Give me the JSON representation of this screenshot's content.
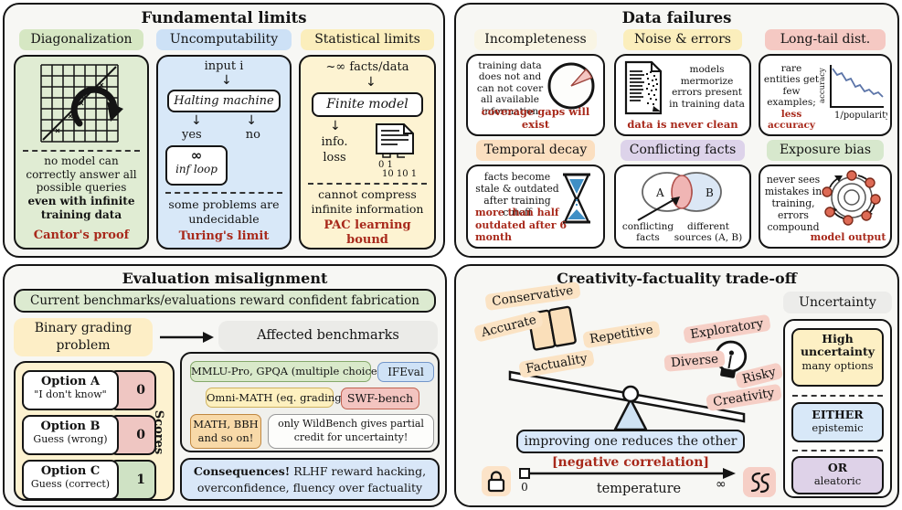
{
  "colors": {
    "red_text": "#a8291b",
    "green": "#dcead2",
    "blue": "#d7e7f7",
    "yellow": "#fdf2d0",
    "pink": "#f5cbc5",
    "peach": "#fbe3c4",
    "lavender": "#ded4ea",
    "cream": "#f9f5e4",
    "chart_line": "#5b74a8",
    "sand_blue": "#3f8fc5"
  },
  "q1": {
    "title": "Fundamental limits",
    "diag": {
      "header": "Diagonalization",
      "note": "no model can correctly answer all possible queries",
      "note_bold": "even with infinite training data",
      "tag": "Cantor's proof"
    },
    "uncomp": {
      "header": "Uncomputability",
      "input": "input i",
      "machine": "Halting machine",
      "yes": "yes",
      "no": "no",
      "infinity": "∞",
      "loop": "inf loop",
      "note": "some problems are undecidable",
      "tag": "Turing's limit"
    },
    "stat": {
      "header": "Statistical limits",
      "input": "~∞ facts/data",
      "model": "Finite model",
      "loss": "info. loss",
      "binary1": "0 1",
      "binary2": "10 10 1",
      "note": "cannot compress infinite information",
      "tag": "PAC learning bound"
    }
  },
  "q2": {
    "title": "Data failures",
    "incompleteness": {
      "header": "Incompleteness",
      "text": "training data does not and can not cover all available information",
      "tag": "coverage gaps will exist"
    },
    "noise": {
      "header": "Noise & errors",
      "text": "models mermorize errors present in training data",
      "tag": "data is never clean"
    },
    "longtail": {
      "header": "Long-tail dist.",
      "text": "rare entities get few examples;",
      "text_red": "less accuracy",
      "ylabel": "accuracy",
      "xlabel": "1/popularity",
      "trend": "decreasing"
    },
    "temporal": {
      "header": "Temporal decay",
      "text": "facts become stale & outdated after training cutoff",
      "tag": "more than half\noutdated after 6 month"
    },
    "conflict": {
      "header": "Conflicting facts",
      "a": "A",
      "b": "B",
      "label1": "conflicting facts",
      "label2": "different sources (A, B)"
    },
    "exposure": {
      "header": "Exposure bias",
      "text": "never sees mistakes in training, errors compound",
      "tag": "model output"
    }
  },
  "q3": {
    "title": "Evaluation misalignment",
    "banner": "Current benchmarks/evaluations reward confident fabrication",
    "binary_label": "Binary grading problem",
    "affected_label": "Affected benchmarks",
    "scores_label": "Scores",
    "options": [
      {
        "name": "Option A",
        "desc": "\"I don't know\"",
        "score": "0"
      },
      {
        "name": "Option B",
        "desc": "Guess (wrong)",
        "score": "0"
      },
      {
        "name": "Option C",
        "desc": "Guess (correct)",
        "score": "1"
      }
    ],
    "bench_green": "MMLU-Pro, GPQA (multiple choice)",
    "bench_blue": "IFEval",
    "bench_yellow": "Omni-MATH (eq. grading)",
    "bench_pink": "SWF-bench",
    "bench_orange": "MATH, BBH and so on!",
    "bench_note": "only WildBench gives partial credit for uncertainty!",
    "consequences_bold": "Consequences!",
    "consequences_rest": " RLHF reward hacking, overconfidence, fluency over factuality"
  },
  "q4": {
    "title": "Creativity-factuality trade-off",
    "labels": {
      "conservative": "Conservative",
      "accurate": "Accurate",
      "repetitive": "Repetitive",
      "factuality": "Factuality",
      "exploratory": "Exploratory",
      "diverse": "Diverse",
      "risky": "Risky",
      "creativity": "Creativity"
    },
    "tradeoff": "improving one reduces the other",
    "correlation": "[negative correlation]",
    "axis_zero": "0",
    "axis_inf": "∞",
    "axis_label": "temperature",
    "uncertainty": {
      "header": "Uncertainty",
      "high_bold": "High uncertainty",
      "high_rest": "many options",
      "either_bold": "EITHER",
      "either_rest": "epistemic",
      "or_bold": "OR",
      "or_rest": "aleatoric"
    }
  }
}
